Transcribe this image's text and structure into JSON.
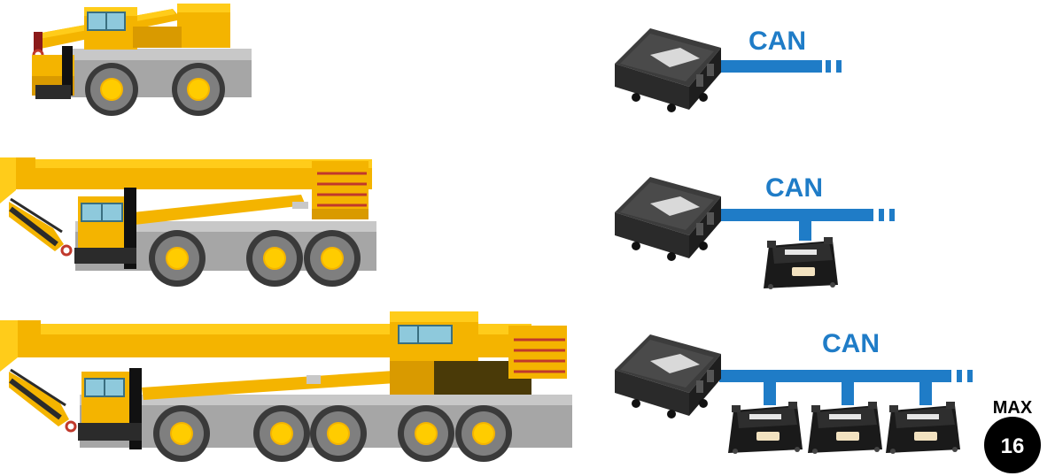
{
  "colors": {
    "crane_yellow": "#f4b400",
    "crane_yellow_light": "#ffcc1a",
    "crane_yellow_dark": "#d99a00",
    "chassis_gray": "#a6a6a6",
    "tire_gray": "#7f7f7f",
    "window_blue": "#8ec9dc",
    "stripe_red": "#c0392b",
    "bus_blue": "#1f7cc7",
    "ecu_dark": "#2f2f2f",
    "badge_black": "#000000"
  },
  "icons": {
    "main_ecu": "main-ecu-module-icon",
    "expansion_ecu": "expansion-ecu-module-icon"
  },
  "bus_label": "CAN",
  "max_label": "MAX",
  "max_value": "16",
  "rows": [
    {
      "crane": "small-crane",
      "axles": 2,
      "expansion_modules": 0
    },
    {
      "crane": "medium-crane",
      "axles": 3,
      "expansion_modules": 1
    },
    {
      "crane": "large-crane",
      "axles": 5,
      "expansion_modules": 3
    }
  ]
}
